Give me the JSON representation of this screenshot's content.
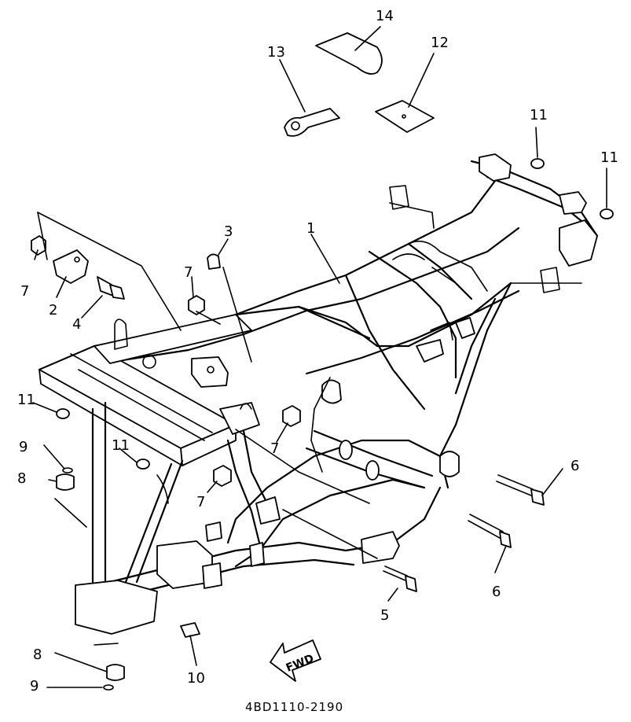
{
  "diagram": {
    "code": "4BD1110-2190",
    "fwd_text": "FWD",
    "parts": [
      {
        "id": "p1",
        "label": "1"
      },
      {
        "id": "p2",
        "label": "2"
      },
      {
        "id": "p3",
        "label": "3"
      },
      {
        "id": "p4",
        "label": "4"
      },
      {
        "id": "p5",
        "label": "5"
      },
      {
        "id": "p6a",
        "label": "6"
      },
      {
        "id": "p6b",
        "label": "6"
      },
      {
        "id": "p7a",
        "label": "7"
      },
      {
        "id": "p7b",
        "label": "7"
      },
      {
        "id": "p7c",
        "label": "7"
      },
      {
        "id": "p7d",
        "label": "7"
      },
      {
        "id": "p8a",
        "label": "8"
      },
      {
        "id": "p8b",
        "label": "8"
      },
      {
        "id": "p9a",
        "label": "9"
      },
      {
        "id": "p9b",
        "label": "9"
      },
      {
        "id": "p10",
        "label": "10"
      },
      {
        "id": "p11a",
        "label": "11"
      },
      {
        "id": "p11b",
        "label": "11"
      },
      {
        "id": "p11c",
        "label": "11"
      },
      {
        "id": "p11d",
        "label": "11"
      },
      {
        "id": "p12",
        "label": "12"
      },
      {
        "id": "p13",
        "label": "13"
      },
      {
        "id": "p14",
        "label": "14"
      }
    ]
  }
}
